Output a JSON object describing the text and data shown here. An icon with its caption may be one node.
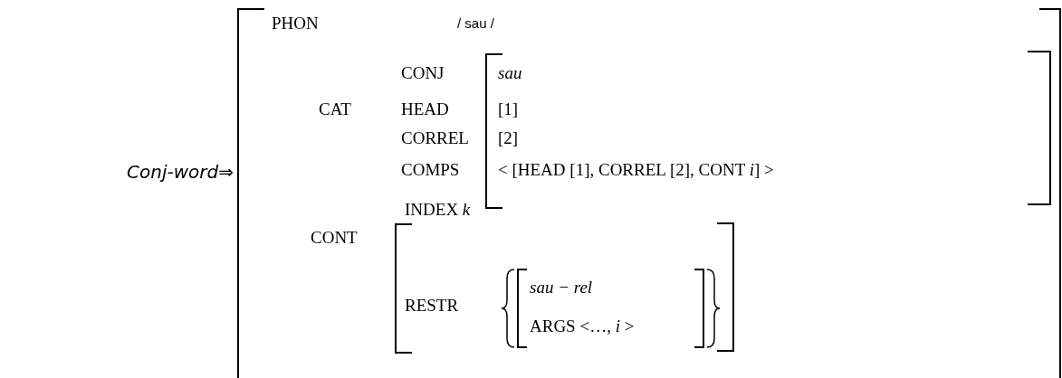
{
  "diagram": {
    "labels": [
      "*Conj-word*⇒",
      "PHON",
      "/ sau /",
      "CONJ",
      "sau",
      "CAT",
      "HEAD",
      "[1]",
      "CORREL",
      "[2]",
      "COMPS",
      "< [HEAD [1], CORREL [2], CONT *i*] >",
      "INDEX *k*",
      "CONT",
      "RESTR",
      "sau − rel",
      "ARGS <…, *i* >"
    ]
  }
}
